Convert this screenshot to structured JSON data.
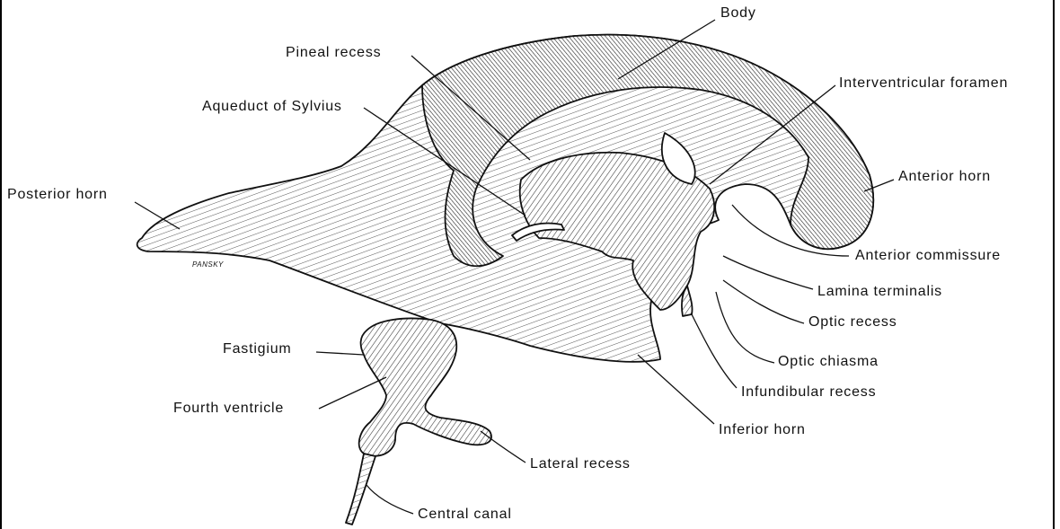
{
  "labels": {
    "body": "Body",
    "pineal_recess": "Pineal recess",
    "interventricular_foramen": "Interventricular foramen",
    "aqueduct_of_sylvius": "Aqueduct of Sylvius",
    "posterior_horn": "Posterior horn",
    "anterior_horn": "Anterior horn",
    "anterior_commissure": "Anterior commissure",
    "lamina_terminalis": "Lamina terminalis",
    "optic_recess": "Optic recess",
    "fastigium": "Fastigium",
    "optic_chiasma": "Optic chiasma",
    "fourth_ventricle": "Fourth ventricle",
    "infundibular_recess": "Infundibular recess",
    "inferior_horn": "Inferior horn",
    "lateral_recess": "Lateral recess",
    "central_canal": "Central canal"
  },
  "signature": "PANSKY"
}
